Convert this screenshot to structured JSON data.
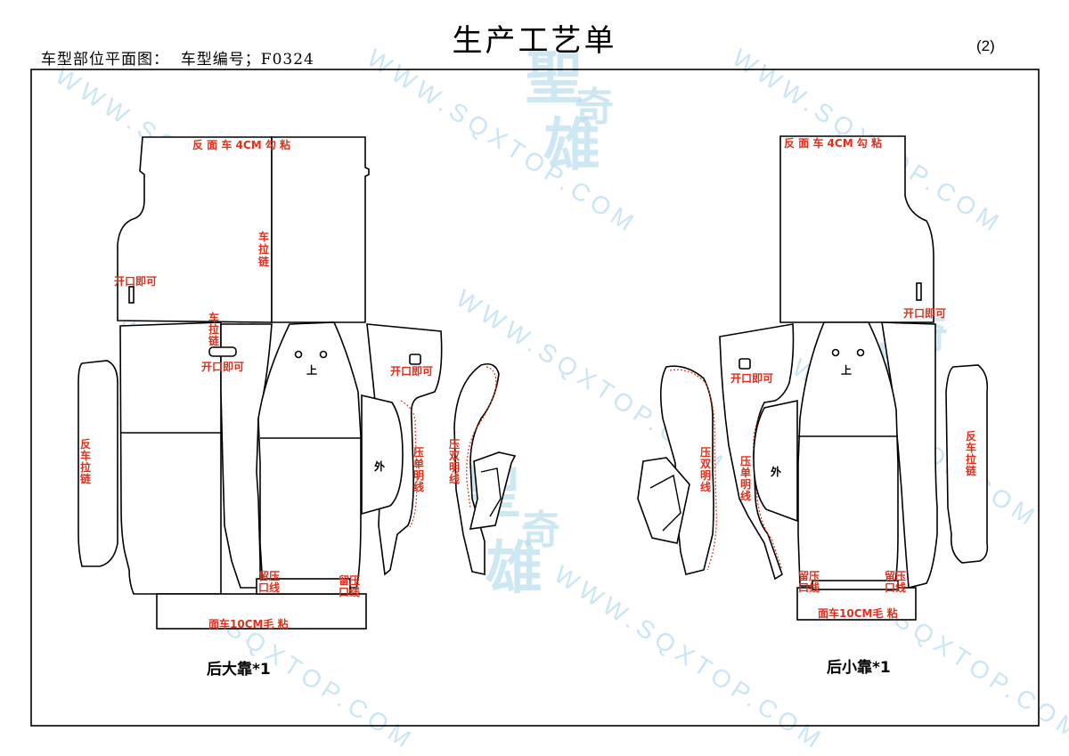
{
  "header": {
    "title": "生产工艺单",
    "subtitle": "车型部位平面图：  车型编号；F0324",
    "page_number": "(2)"
  },
  "watermark": {
    "url_text": "WWW.SQXTOP.COM",
    "brand_chars": [
      "聖",
      "奇",
      "雄"
    ]
  },
  "colors": {
    "annotation": "#e0301b",
    "outline": "#000000",
    "watermark": "#b9ddef"
  },
  "left_pattern": {
    "caption": "后大靠*1",
    "labels": {
      "top_seam": "反 面 车 4CM  勾  粘",
      "zip_top": [
        "车",
        "拉",
        "链"
      ],
      "open_left": "开口即可",
      "zip_mid": [
        "车",
        "拉",
        "链"
      ],
      "open_mid": "开口即可",
      "side_zip": [
        "反",
        "车",
        "拉",
        "链"
      ],
      "top_mark": "上",
      "open_right": "开口即可",
      "outer": "外",
      "single_line": [
        "压",
        "单",
        "明",
        "线"
      ],
      "double_line": [
        "压",
        "双",
        "明",
        "线"
      ],
      "press_a": [
        "留压",
        "口线"
      ],
      "press_b": [
        "留压",
        "口线"
      ],
      "bottom_seam": "面车10CM毛 粘"
    }
  },
  "right_pattern": {
    "caption": "后小靠*1",
    "labels": {
      "top_seam": "反 面 车 4CM  勾  粘",
      "open_right": "开口即可",
      "top_mark": "上",
      "open_left": "开口即可",
      "double_line": [
        "压",
        "双",
        "明",
        "线"
      ],
      "single_line": [
        "压",
        "单",
        "明",
        "线"
      ],
      "outer": "外",
      "side_zip": [
        "反",
        "车",
        "拉",
        "链"
      ],
      "press_a": [
        "留压",
        "口线"
      ],
      "press_b": [
        "留压",
        "口线"
      ],
      "bottom_seam": "面车10CM毛 粘"
    }
  }
}
